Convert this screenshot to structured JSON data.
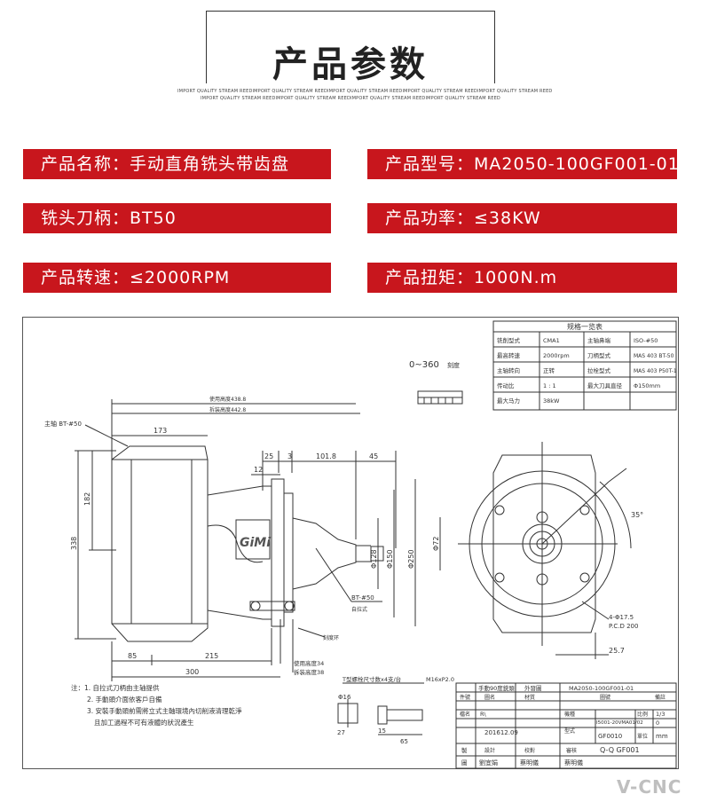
{
  "header": {
    "title": "产品参数",
    "subtitle_line1": "IMPORT QUALITY STREAM REEDIMPORT QUALITY STREAM REEDIMPORT QUALITY STREAM REEDIMPORT QUALITY STREAM REEDIMPORT QUALITY STREAM REED",
    "subtitle_line2": "IMPORT QUALITY STREAM REEDIMPORT QUALITY STREAM REEDIMPORT QUALITY STREAM REEDIMPORT QUALITY STREAM REED"
  },
  "specs": {
    "name": "产品名称：手动直角铣头带齿盘",
    "model": "产品型号：MA2050-100GF001-01",
    "holder": "铣头刀柄：BT50",
    "power": "产品功率：≤38KW",
    "speed": "产品转速：≤2000RPM",
    "torque": "产品扭矩：1000N.m"
  },
  "spec_table": {
    "title": "规格一览表",
    "rows": [
      [
        "铣削型式",
        "CMA1",
        "主轴鼻端",
        "ISO-#50"
      ],
      [
        "最高转速",
        "2000rpm",
        "刀柄型式",
        "MAS 403 BT-50"
      ],
      [
        "主轴转向",
        "正转",
        "拉栓型式",
        "MAS 403 P50T-1"
      ],
      [
        "传动比",
        "1 : 1",
        "最大刀具直径",
        "Φ150mm"
      ],
      [
        "最大马力",
        "38kW",
        "",
        ""
      ]
    ]
  },
  "dims": {
    "angle": "0~360",
    "angle_label": "刻度",
    "d4388": "使用高度438.8",
    "d4428": "拆装高度442.8",
    "bt_label": "主轴 BT-#50",
    "d173": "173",
    "d25": "25",
    "d3": "3",
    "d1018": "101.8",
    "d45": "45",
    "d12": "12",
    "d182": "182",
    "d338": "338",
    "d128": "Φ128",
    "d150": "Φ150",
    "d250": "Φ250",
    "d72": "Φ72",
    "d85": "85",
    "d215": "215",
    "d300": "300",
    "h34": "使用高度34",
    "h38": "拆装高度38",
    "bt50": "BT-#50",
    "auto": "自拉式",
    "ring": "刻度环",
    "d35": "35°",
    "holes": "4-Φ17.5",
    "pcd": "P.C.D 200",
    "d257": "25.7",
    "tbolt": "T型螺栓尺寸数x4支/台",
    "m16": "M16xP2.0",
    "d16": "Φ16",
    "d27": "27",
    "d15": "15",
    "d65": "65"
  },
  "notes": {
    "n1": "注：1. 自拉式刀柄由主轴提供",
    "n2": "2. 手動頭介面依客戶自備",
    "n3": "3. 安裝手動頭前需將立式主軸環境內切削液清理乾淨",
    "n4": "且加工過程不可有液體的狀況產生"
  },
  "title_block": {
    "part_name": "手動90度銑頭",
    "assembly": "外發圖",
    "drawing_no": "MA2050-100GF001-01",
    "h_part": "件號",
    "h_name": "圖名",
    "h_material": "材質",
    "h_drawing": "圖號",
    "h_remark": "備註",
    "name_label": "檔名",
    "name_value": "R\\",
    "machine_label": "機種",
    "machine_value": "I5001-20VMA01/02",
    "scale_label": "比例",
    "scale_value": "1/3",
    "date": "201612.09",
    "model_label": "型式",
    "model_value": "GF0010",
    "unit_label": "單位",
    "unit_value": "mm",
    "qty": "0",
    "design": "設計",
    "check": "校對",
    "approve": "審核",
    "made": "製",
    "drawn": "圖",
    "person1": "劉宜娟",
    "person2": "蔡明儀",
    "person3": "蔡明儀",
    "code": "Q-Q GF001"
  },
  "logo_text": "GiMi",
  "brand": "V-CNC"
}
